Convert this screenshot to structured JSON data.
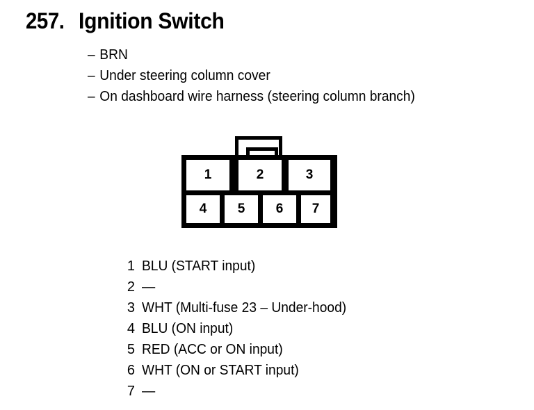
{
  "header": {
    "ref_number": "257.",
    "title": "Ignition Switch"
  },
  "descriptors": [
    {
      "dash": "–",
      "text": "BRN"
    },
    {
      "dash": "–",
      "text": "Under steering column cover"
    },
    {
      "dash": "–",
      "text": "On dashboard wire harness (steering column branch)"
    }
  ],
  "connector": {
    "top_row": [
      {
        "number": "1"
      },
      {
        "number": "2"
      },
      {
        "number": "3"
      }
    ],
    "bottom_row": [
      {
        "number": "4"
      },
      {
        "number": "5"
      },
      {
        "number": "6"
      },
      {
        "number": "7"
      }
    ]
  },
  "legend": [
    {
      "pin": "1",
      "desc": "BLU (START input)"
    },
    {
      "pin": "2",
      "desc": "—"
    },
    {
      "pin": "3",
      "desc": "WHT (Multi-fuse 23 – Under-hood)"
    },
    {
      "pin": "4",
      "desc": "BLU (ON input)"
    },
    {
      "pin": "5",
      "desc": "RED (ACC or ON input)"
    },
    {
      "pin": "6",
      "desc": "WHT (ON or START input)"
    },
    {
      "pin": "7",
      "desc": "—"
    }
  ],
  "colors": {
    "ink": "#000000",
    "page": "#ffffff"
  }
}
